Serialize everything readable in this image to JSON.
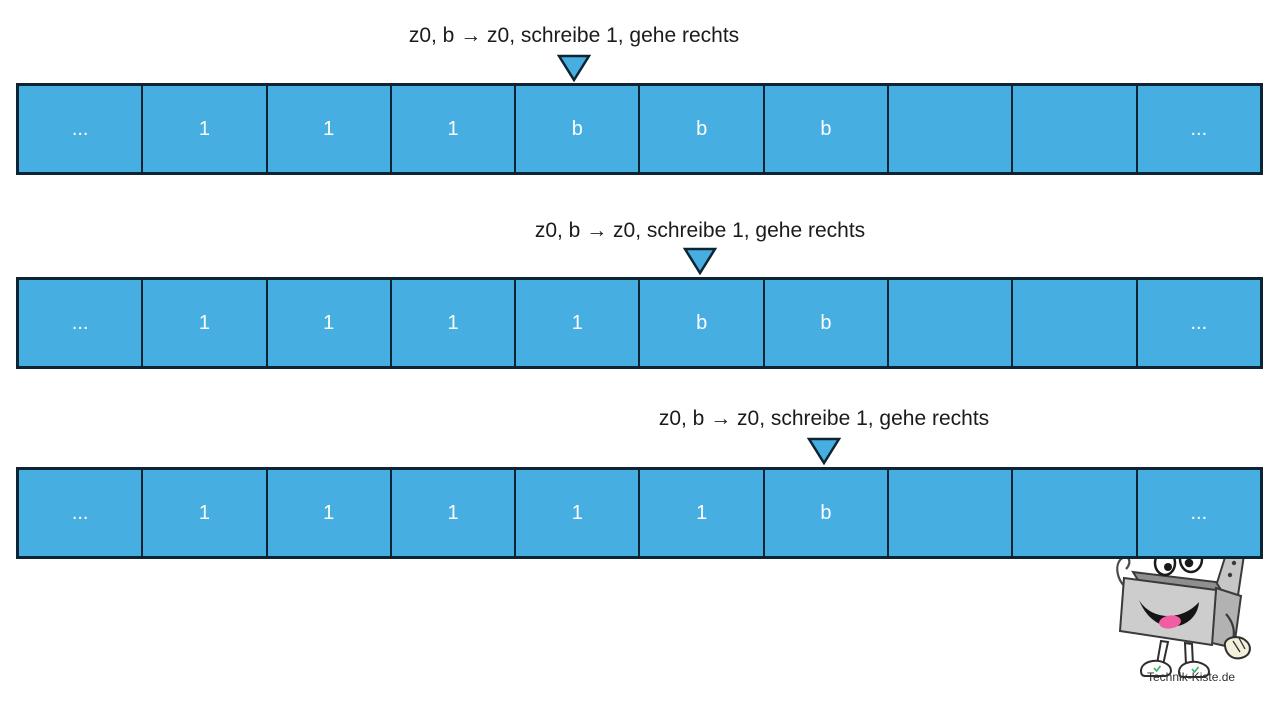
{
  "colors": {
    "background": "#ffffff",
    "cell_fill": "#46AEE0",
    "cell_border": "#0D2433",
    "cell_text": "#ffffff",
    "label_text": "#1b1b1b",
    "pointer_fill": "#46AEE0",
    "pointer_border": "#0D2433",
    "watermark_text_color": "#2f2f2f"
  },
  "steps": [
    {
      "label": "z0, b → z0, schreibe 1, gehe rechts",
      "head_index": 4,
      "cells": [
        "...",
        "1",
        "1",
        "1",
        "b",
        "b",
        "b",
        "",
        "",
        "..."
      ]
    },
    {
      "label": "z0, b → z0, schreibe 1, gehe rechts",
      "head_index": 5,
      "cells": [
        "...",
        "1",
        "1",
        "1",
        "1",
        "b",
        "b",
        "",
        "",
        "..."
      ]
    },
    {
      "label": "z0, b → z0, schreibe 1, gehe rechts",
      "head_index": 6,
      "cells": [
        "...",
        "1",
        "1",
        "1",
        "1",
        "1",
        "b",
        "",
        "",
        "..."
      ]
    }
  ],
  "watermark": {
    "text": "Technik-Kiste.de",
    "mascot_icon": "toolbox-mascot-icon"
  }
}
